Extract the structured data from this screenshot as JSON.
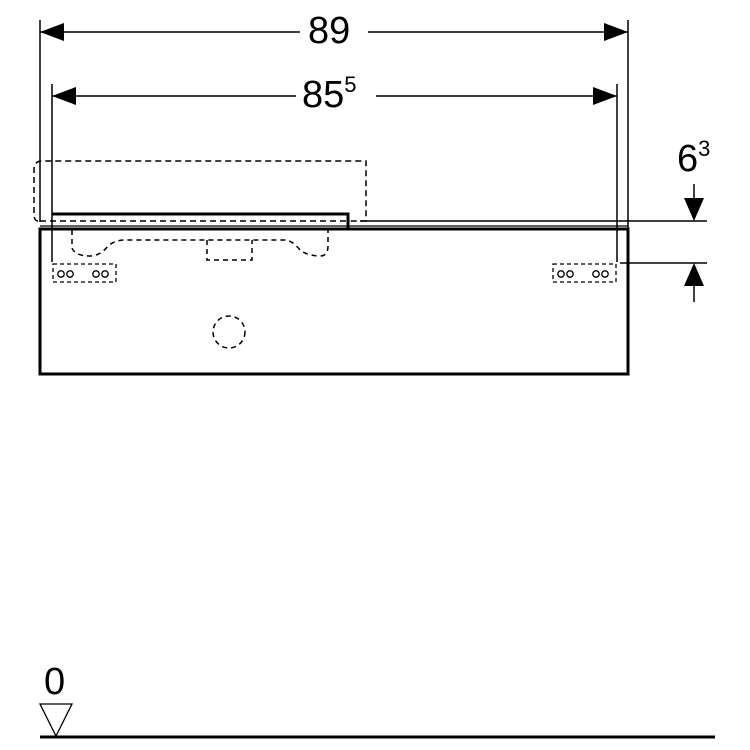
{
  "drawing": {
    "type": "technical dimension drawing",
    "subject": "washbasin cabinet front view",
    "line_color": "#000000",
    "background": "#ffffff"
  },
  "dimensions": {
    "overall_width": {
      "main": "89",
      "sup": ""
    },
    "inner_width": {
      "main": "85",
      "sup": "5"
    },
    "top_offset": {
      "main": "6",
      "sup": "3"
    }
  },
  "floor_reference": {
    "label": "0",
    "symbol": "triangle-down-icon"
  }
}
